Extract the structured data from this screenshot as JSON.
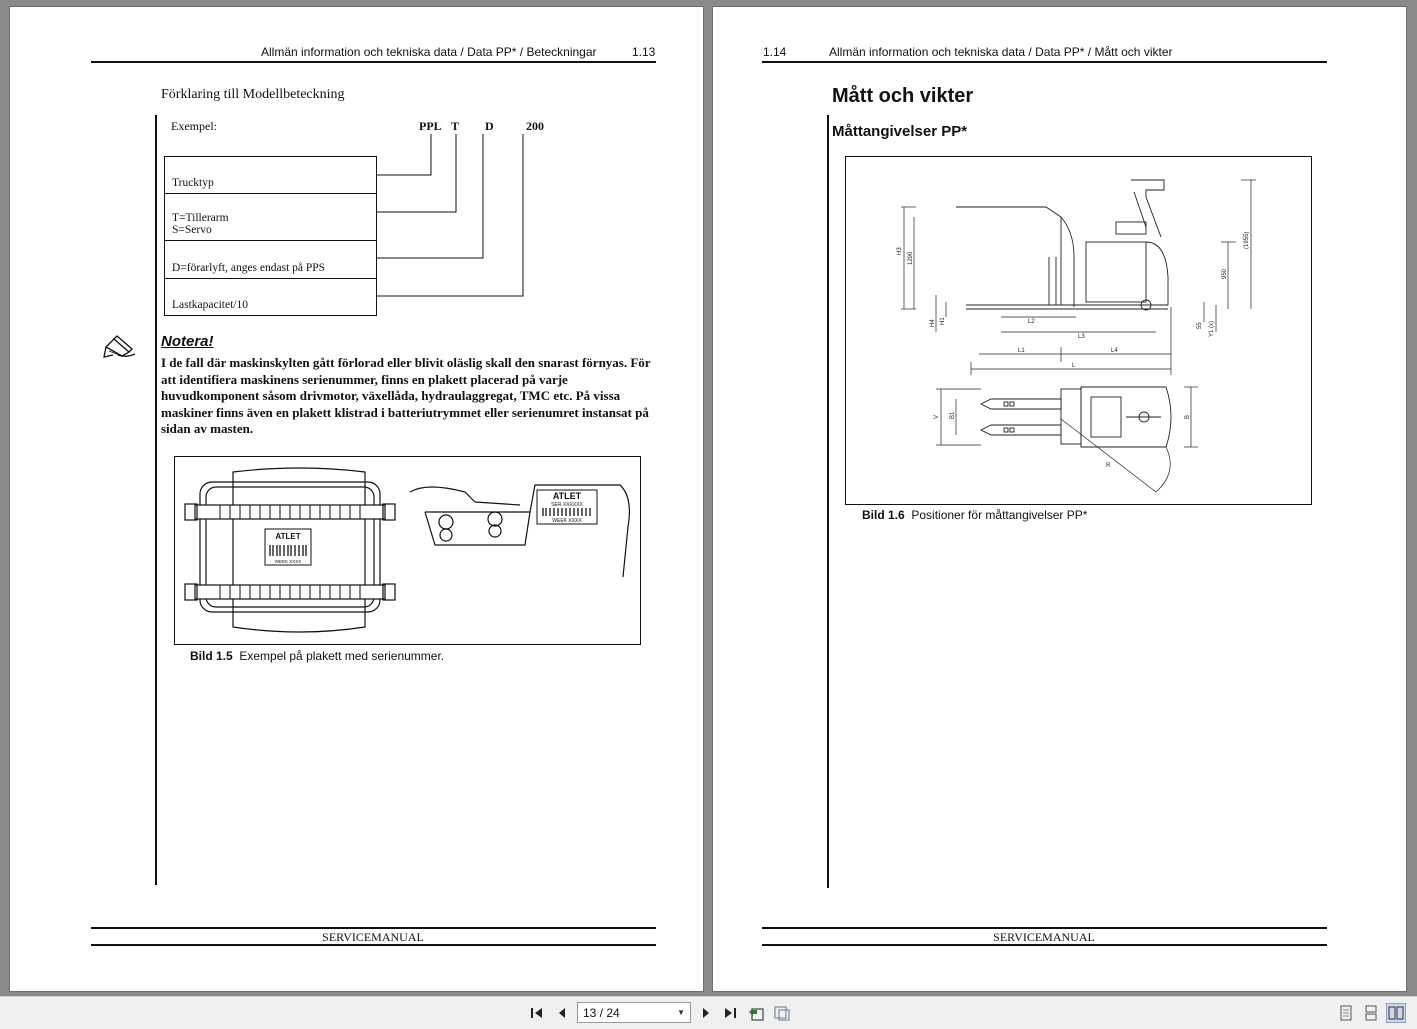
{
  "viewer": {
    "page_indicator": "13 / 24"
  },
  "left_page": {
    "header": "Allmän information och tekniska data / Data PP* / Beteckningar",
    "page_number": "1.13",
    "section_title": "Förklaring till Modellbeteckning",
    "example_label": "Exempel:",
    "model_code": [
      "PPL",
      "T",
      "D",
      "200"
    ],
    "table_rows": [
      {
        "line1": "Trucktyp",
        "line2": ""
      },
      {
        "line1": "T=Tillerarm",
        "line2": "S=Servo"
      },
      {
        "line1": "D=förarlyft, anges endast på PPS",
        "line2": ""
      },
      {
        "line1": "Lastkapacitet/10",
        "line2": ""
      }
    ],
    "note_title": "Notera!",
    "note_text": "I de fall där maskinskylten gått förlorad eller blivit oläslig skall den snarast förnyas. För att identifiera maskinens serienummer, finns en plakett placerad på varje huvudkomponent såsom drivmotor, växellåda, hydraulaggregat, TMC etc. På vissa maskiner finns även en plakett klistrad i batteriutrymmet eller serienumret instansat på sidan av masten.",
    "figure_labels": {
      "brand": "ATLET",
      "ser": "SER XXXXXX",
      "week": "WEEK XXXX"
    },
    "caption_label": "Bild 1.5",
    "caption_text": "Exempel på plakett med serienummer.",
    "footer": "SERVICEMANUAL"
  },
  "right_page": {
    "page_number": "1.14",
    "header": "Allmän information och tekniska data / Data PP* / Mått och vikter",
    "title": "Mått och vikter",
    "subtitle": "Måttangivelser PP*",
    "drawing_labels": {
      "h3": "H3",
      "d1290": "1290",
      "d1955": "(1955)",
      "d950": "950",
      "h4": "H4",
      "h1": "H1",
      "d55": "55",
      "y1": "Y1 (x)",
      "l2": "L2",
      "l3": "L3",
      "l1": "L1",
      "l4": "L4",
      "l": "L",
      "v": "V",
      "b1": "B1",
      "b": "B",
      "r": "R"
    },
    "caption_label": "Bild 1.6",
    "caption_text": "Positioner för måttangivelser PP*",
    "footer": "SERVICEMANUAL"
  }
}
